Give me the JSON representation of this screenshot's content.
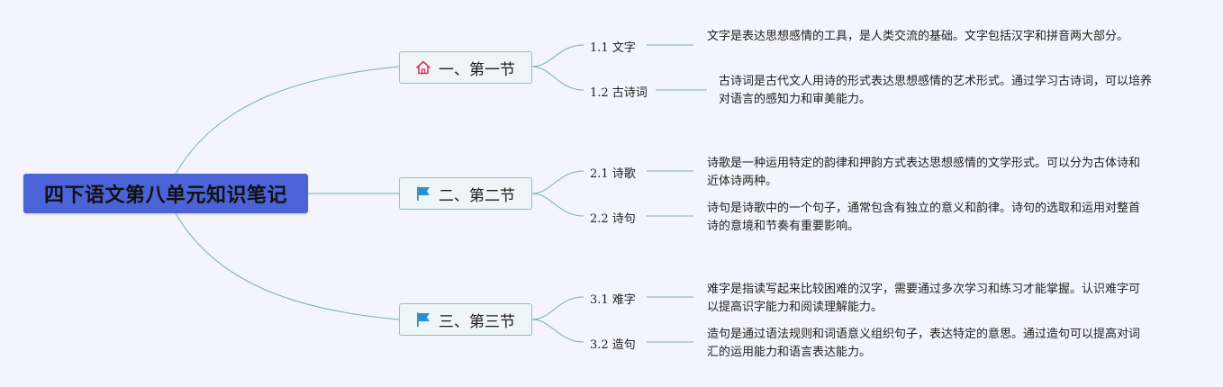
{
  "root": {
    "title": "四下语文第八单元知识笔记"
  },
  "sections": [
    {
      "title": "一、第一节",
      "icon": "home-icon",
      "subs": [
        {
          "label": "1.1 文字",
          "note": "文字是表达思想感情的工具，是人类交流的基础。文字包括汉字和拼音两大部分。"
        },
        {
          "label": "1.2 古诗词",
          "note": "古诗词是古代文人用诗的形式表达思想感情的艺术形式。通过学习古诗词，可以培养对语言的感知力和审美能力。"
        }
      ]
    },
    {
      "title": "二、第二节",
      "icon": "flag-icon",
      "subs": [
        {
          "label": "2.1 诗歌",
          "note": "诗歌是一种运用特定的韵律和押韵方式表达思想感情的文学形式。可以分为古体诗和近体诗两种。"
        },
        {
          "label": "2.2 诗句",
          "note": "诗句是诗歌中的一个句子，通常包含有独立的意义和韵律。诗句的选取和运用对整首诗的意境和节奏有重要影响。"
        }
      ]
    },
    {
      "title": "三、第三节",
      "icon": "flag-icon",
      "subs": [
        {
          "label": "3.1 难字",
          "note": "难字是指读写起来比较困难的汉字，需要通过多次学习和练习才能掌握。认识难字可以提高识字能力和阅读理解能力。"
        },
        {
          "label": "3.2 造句",
          "note": "造句是通过语法规则和词语意义组织句子，表达特定的意思。通过造句可以提高对词汇的运用能力和语言表达能力。"
        }
      ]
    }
  ],
  "colors": {
    "background": "#f3f4fd",
    "root": "#4b63d6",
    "line": "#7aaeb0",
    "home_icon": "#d0355d",
    "flag_icon": "#2a8fd0"
  }
}
